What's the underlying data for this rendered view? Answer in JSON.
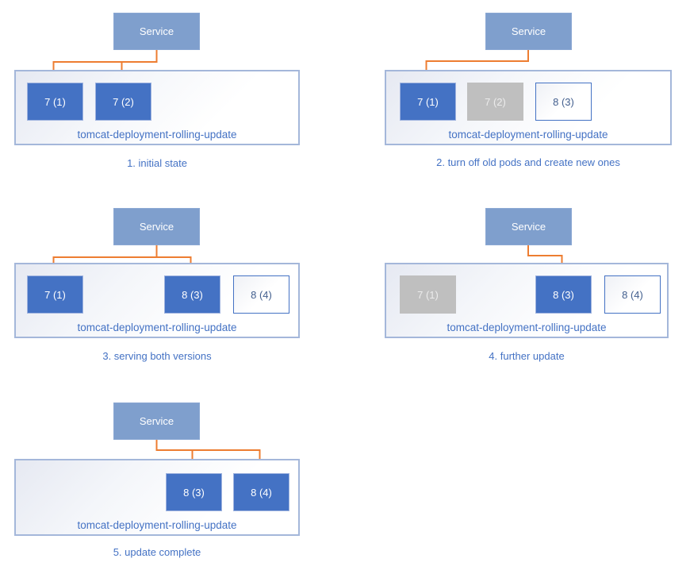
{
  "colors": {
    "arrow": "#ED7D31",
    "pod_running": "#4472C4",
    "pod_terminated": "#BFBFBF",
    "pod_new_border": "#4472C4",
    "service_fill": "#7F9FCD",
    "service_border": "#8BA8D3",
    "container_border": "#A4B7DA",
    "text_blue": "#4472C4"
  },
  "panels": [
    {
      "caption": "1. initial state",
      "service_label": "Service",
      "deployment_label": "tomcat-deployment-rolling-update",
      "pods": [
        {
          "label": "7 (1)",
          "state": "running"
        },
        {
          "label": "7 (2)",
          "state": "running"
        }
      ]
    },
    {
      "caption": "2. turn off old pods and create new ones",
      "service_label": "Service",
      "deployment_label": "tomcat-deployment-rolling-update",
      "pods": [
        {
          "label": "7 (1)",
          "state": "running"
        },
        {
          "label": "7 (2)",
          "state": "terminated"
        },
        {
          "label": "8 (3)",
          "state": "new"
        }
      ]
    },
    {
      "caption": "3. serving both versions",
      "service_label": "Service",
      "deployment_label": "tomcat-deployment-rolling-update",
      "pods": [
        {
          "label": "7 (1)",
          "state": "running"
        },
        {
          "label": "8 (3)",
          "state": "running"
        },
        {
          "label": "8 (4)",
          "state": "new"
        }
      ]
    },
    {
      "caption": "4. further update",
      "service_label": "Service",
      "deployment_label": "tomcat-deployment-rolling-update",
      "pods": [
        {
          "label": "7 (1)",
          "state": "terminated"
        },
        {
          "label": "8 (3)",
          "state": "running"
        },
        {
          "label": "8 (4)",
          "state": "new"
        }
      ]
    },
    {
      "caption": "5. update complete",
      "service_label": "Service",
      "deployment_label": "tomcat-deployment-rolling-update",
      "pods": [
        {
          "label": "8 (3)",
          "state": "running"
        },
        {
          "label": "8 (4)",
          "state": "running"
        }
      ]
    }
  ]
}
